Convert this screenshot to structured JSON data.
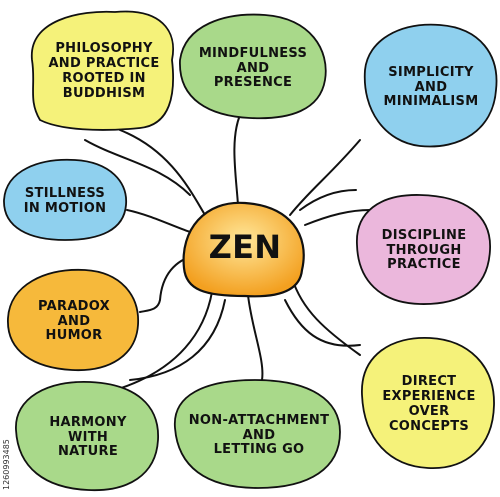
{
  "center": {
    "label": "ZEN",
    "fill": "#F6B93B"
  },
  "nodes": [
    {
      "id": "philosophy",
      "label": "PHILOSOPHY\nAND PRACTICE\nROOTED IN\nBUDDHISM",
      "fill": "#F5F27A"
    },
    {
      "id": "mindfulness",
      "label": "MINDFULNESS\nAND\nPRESENCE",
      "fill": "#A9D98A"
    },
    {
      "id": "simplicity",
      "label": "SIMPLICITY\nAND\nMINIMALISM",
      "fill": "#8FD0EE"
    },
    {
      "id": "stillness",
      "label": "STILLNESS\nIN MOTION",
      "fill": "#8FD0EE"
    },
    {
      "id": "discipline",
      "label": "DISCIPLINE\nTHROUGH\nPRACTICE",
      "fill": "#EBB7DC"
    },
    {
      "id": "paradox",
      "label": "PARADOX\nAND\nHUMOR",
      "fill": "#F6B93B"
    },
    {
      "id": "direct",
      "label": "DIRECT\nEXPERIENCE\nOVER\nCONCEPTS",
      "fill": "#F5F27A"
    },
    {
      "id": "harmony",
      "label": "HARMONY\nWITH\nNATURE",
      "fill": "#A9D98A"
    },
    {
      "id": "nonattachment",
      "label": "NON-ATTACHMENT\nAND\nLETTING GO",
      "fill": "#A9D98A"
    }
  ],
  "watermark": "1260993485"
}
